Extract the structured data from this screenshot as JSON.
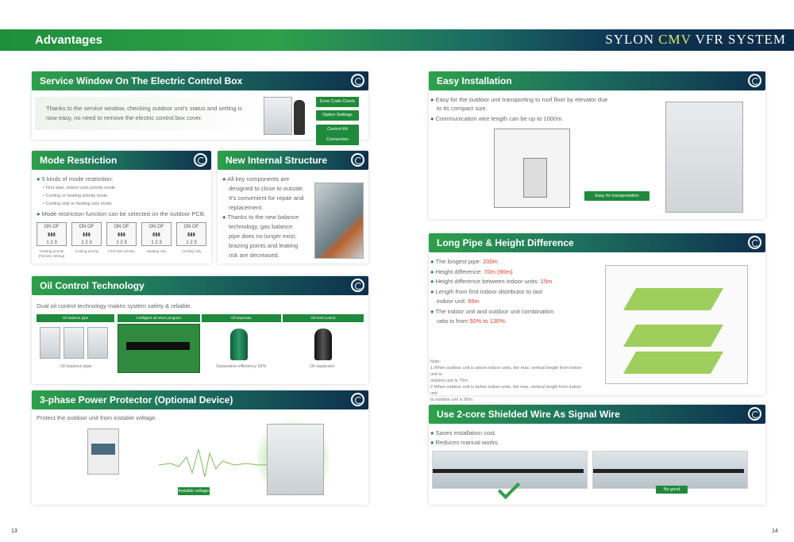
{
  "header": {
    "title": "Advantages",
    "brand_pre": "SYLON",
    "brand_mid": "CMV",
    "brand_post": "VFR SYSTEM"
  },
  "service": {
    "title": "Service Window On The Electric Control Box",
    "text": "Thanks to the service window, checking outdoor unit's status and setting is now easy, no need to remove the electric control box cover.",
    "btn1": "Error Code Check",
    "btn2": "Option Settings",
    "btn3": "Control Kit Connection"
  },
  "mode": {
    "title": "Mode Restriction",
    "b1": "5 kinds of mode restriction:",
    "s1": "First start, indoor units priority mode",
    "s2": "Cooling or heating priority mode",
    "s3": "Cooling only or heating only mode",
    "b2": "Mode restriction function can be selected on the outdoor PCB.",
    "dips": [
      {
        "label": "Heating priority (Factory setting)"
      },
      {
        "label": "Cooling priority"
      },
      {
        "label": "First start priority"
      },
      {
        "label": "Heating only"
      },
      {
        "label": "Cooling only"
      }
    ]
  },
  "internal": {
    "title": "New Internal Structure",
    "l1": "All key components are",
    "l2": "designed to close to outside.",
    "l3": "It's convenient for repair and",
    "l4": "replacement.",
    "l5": "Thanks to the new balance",
    "l6": "technology, gas balance",
    "l7": "pipe does no longer exist,",
    "l8": "brazing points and leaking",
    "l9": "risk are decreased."
  },
  "oil": {
    "title": "Oil Control Technology",
    "text": "Dual oil control technology makes system safety & reliable.",
    "h1": "Oil balance pipe",
    "h2": "Intelligent oil return program",
    "h3": "Oil separator",
    "h4": "Oil level control",
    "c1": "Oil balance pipe",
    "c3": "Separation efficiency 92%",
    "c4": "Oil separator"
  },
  "power": {
    "title": "3-phase Power Protector (Optional Device)",
    "text": "Protect the outdoor unit from instable voltage.",
    "tag": "Instable voltage"
  },
  "easy": {
    "title": "Easy Installation",
    "b1": "Easy for the outdoor unit transporting to roof floor by elevator due",
    "b1b": "to its compact size.",
    "b2": "Communication wire length can be up to 1000m.",
    "tag": "Easy for transportation"
  },
  "pipe": {
    "title": "Long Pipe & Height Difference",
    "l1a": "The longest pipe: ",
    "l1b": "200m",
    "l2a": "Height difference: ",
    "l2b": "70m (90m)",
    "l3a": "Height difference between indoor units: ",
    "l3b": "15m",
    "l4": "Length from first indoor distributor to last",
    "l4a": "indoor unit: ",
    "l4b": "65m",
    "l5": "The indoor unit and outdoor unit combination",
    "l5a": "ratio is from ",
    "l5b": "50% to 130%.",
    "note": "Note:",
    "n1": "1.When outdoor unit is above indoor units, the max. vertical length from indoor unit to",
    "n1b": "outdoor unit is 70m.",
    "n2": "2.When outdoor unit is below indoor units, the max. vertical length from indoor unit",
    "n2b": "to outdoor unit is 90m."
  },
  "wire": {
    "title": "Use 2-core Shielded Wire As Signal Wire",
    "b1": "Saves installation cost.",
    "b2": "Reduces manual works.",
    "tag": "No good"
  },
  "pages": {
    "left": "13",
    "right": "14"
  }
}
